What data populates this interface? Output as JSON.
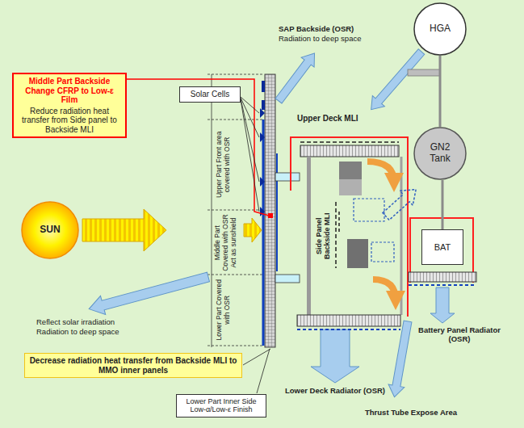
{
  "diagram": {
    "nodes": [
      {
        "text": [
          "HGA"
        ]
      },
      {
        "text": [
          "Solar Cells"
        ]
      },
      {
        "text": [
          "Middle Part Backside Change CFRP to Low-ε Film",
          "Reduce radiation heat transfer from Side panel to Backside MLI"
        ]
      },
      {
        "text": [
          "GN2 Tank"
        ]
      },
      {
        "text": [
          "SUN"
        ]
      },
      {
        "text": [
          "BAT"
        ]
      },
      {
        "text": [
          "Decrease radiation heat transfer from Backside MLI to MMO inner panels"
        ]
      },
      {
        "text": [
          "Lower Part Inner Side Low-α/Low-ε Finish"
        ]
      }
    ],
    "edges": [
      {
        "from": 0,
        "to": 3,
        "arrow": "none"
      },
      {
        "from": 3,
        "to": 5,
        "arrow": "none"
      }
    ],
    "labels": [
      "SAP Backside (OSR)",
      "Radiation to deep space",
      "Upper Deck MLI",
      "Upper Part Front area covered with OSR",
      "Middle Part Covered with OSR Act as sunshield",
      "Side Panel Backside MLI",
      "Lower Part Covered with OSR",
      "Reflect solar irradiation",
      "Radiation to deep space",
      "Lower Deck Radiator (OSR)",
      "Battery Panel Radiator (OSR)",
      "Thrust Tube Expose Area"
    ]
  }
}
